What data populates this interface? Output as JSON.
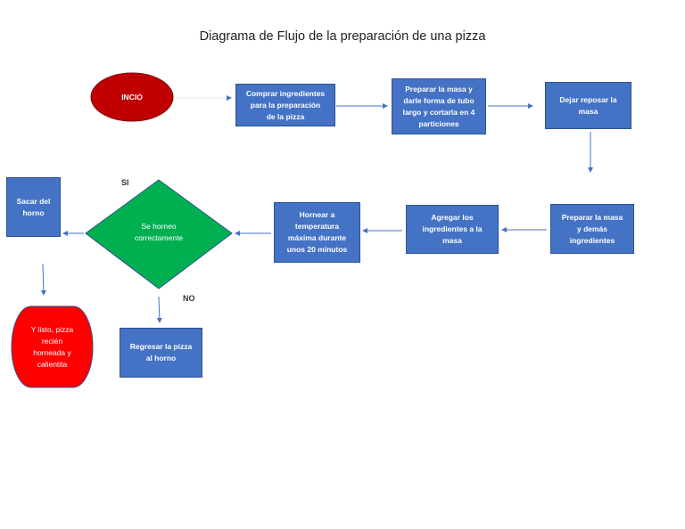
{
  "title": "Diagrama de Flujo de la preparación de una pizza",
  "colors": {
    "process_box": "#4472c4",
    "start_oval": "#c00000",
    "end_terminal": "#ff0000",
    "decision": "#00b050",
    "connector": "#4472c4"
  },
  "nodes": {
    "start": "INCIO",
    "buy": "Comprar ingredientes\npara la preparación\nde la pizza",
    "dough": "Preparar la masa y\ndarle forma de tubo\nlargo y cortarla en 4\nparticiones",
    "rest": "Dejar reposar la\nmasa",
    "prep_ingredients": "Preparar la masa\ny demás\ningredientes",
    "add_ingredients": "Agregar los\ningredientes a la\nmasa",
    "bake": "Hornear a\ntemperatura\nmáxima durante\nunos 20 minutos",
    "decision": "Se horneo\ncorrectamente",
    "remove": "Sacar del\nhorno",
    "end": "Y listo, pizza\nrecién\nhorneada y\ncalientita",
    "return": "Regresar la pizza\nal horno"
  },
  "branch_labels": {
    "yes": "SI",
    "no": "NO"
  }
}
